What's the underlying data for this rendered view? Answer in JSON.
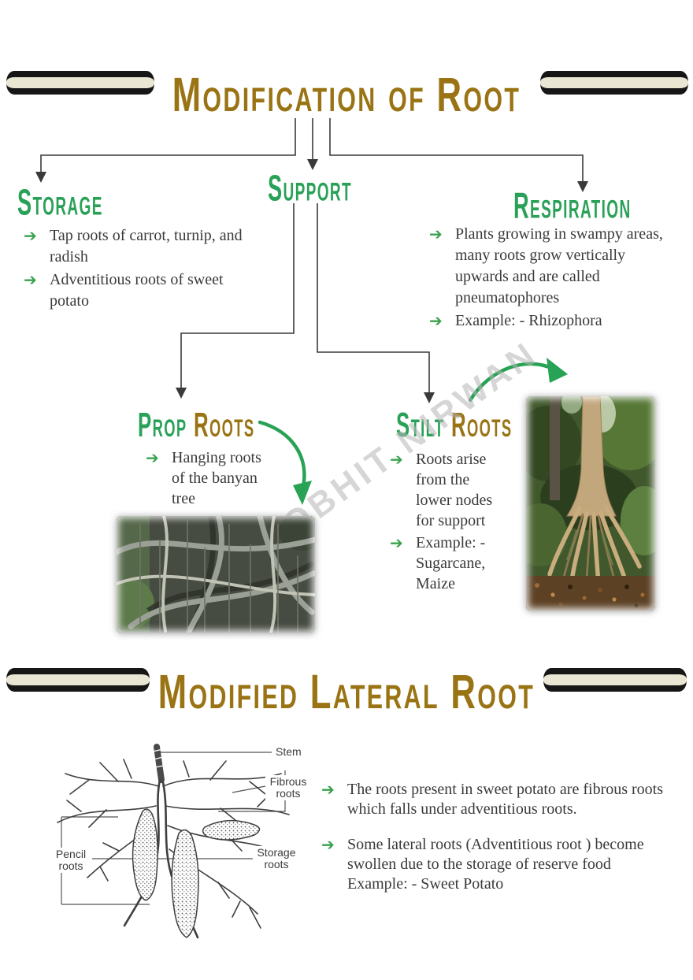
{
  "watermark": "NOBHIT NIRWAN",
  "colors": {
    "heading_green": "#2aa158",
    "heading_gold": "#9a7414",
    "body_text": "#3a3a3a",
    "bullet_arrow_green": "#3aa14e",
    "bar_beige": "#e9e6d3",
    "bar_black": "#161616"
  },
  "section_modification": {
    "title": "Modification of Root",
    "storage": {
      "heading": "Storage",
      "items": [
        "Tap roots of carrot, turnip, and radish",
        "Adventitious roots of sweet potato"
      ]
    },
    "support": {
      "heading": "Support"
    },
    "respiration": {
      "heading": "Respiration",
      "items": [
        "Plants growing in swampy areas, many roots grow vertically upwards and are called pneumatophores",
        "Example: - Rhizophora"
      ]
    },
    "prop_roots": {
      "heading_word1": "Prop",
      "heading_word2": "Roots",
      "items": [
        "Hanging roots of the banyan tree"
      ]
    },
    "stilt_roots": {
      "heading_word1": "Stilt",
      "heading_word2": "Roots",
      "items": [
        "Roots arise from the lower nodes for support",
        "Example: - Sugarcane, Maize"
      ]
    }
  },
  "section_lateral": {
    "title": "Modified Lateral Root",
    "figure_labels": {
      "stem": "Stem",
      "fibrous_roots": "Fibrous roots",
      "pencil_roots": "Pencil roots",
      "storage_roots": "Storage roots"
    },
    "items": [
      {
        "text": "The roots present in sweet potato are fibrous roots which falls under adventitious roots."
      },
      {
        "text": "Some lateral roots (Adventitious root ) become swollen due to the storage of reserve food",
        "example": "Example: - Sweet Potato"
      }
    ]
  }
}
